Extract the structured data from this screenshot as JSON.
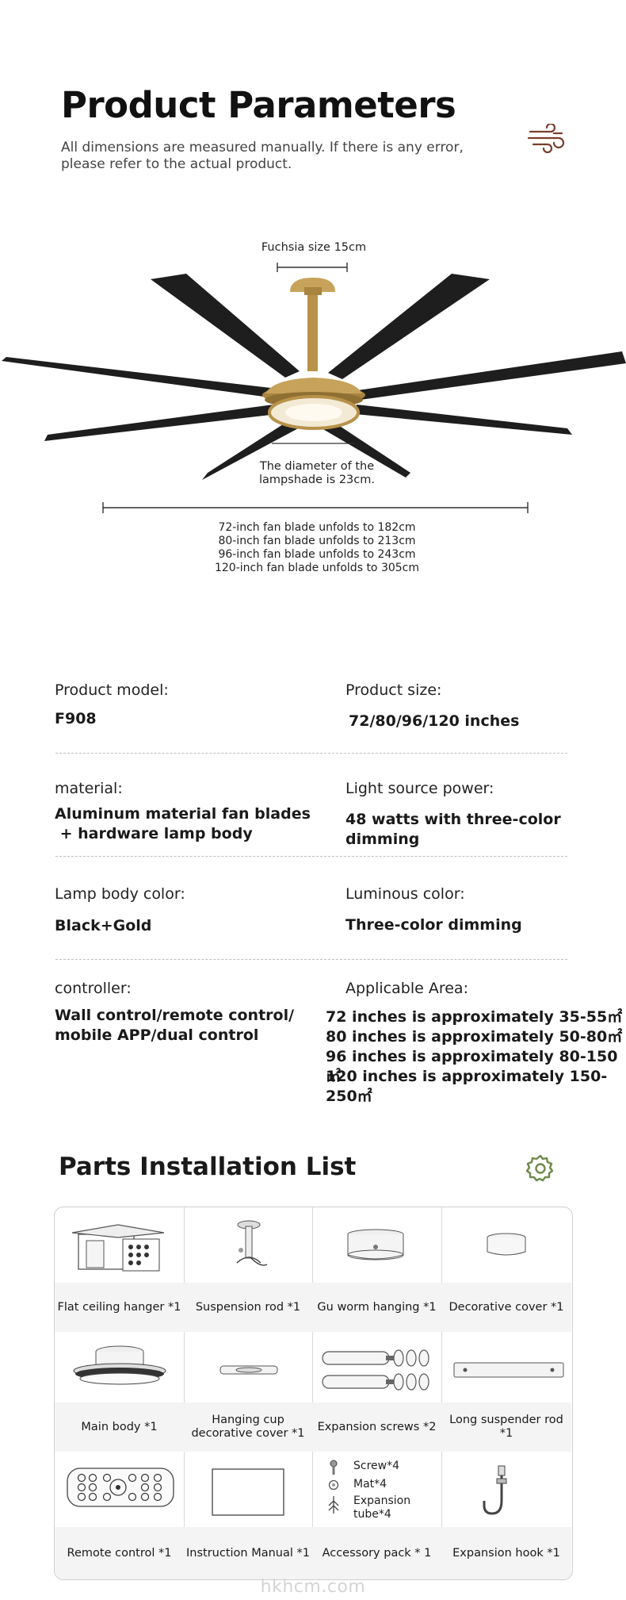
{
  "header": {
    "title": "Product Parameters",
    "subtitle_line1": "All dimensions are measured manually. If there is any error,",
    "subtitle_line2": "please refer to the actual product.",
    "icon": "wind-icon"
  },
  "diagram": {
    "fuchsia_label": "Fuchsia size 15cm",
    "lampshade_line1": "The diameter of the",
    "lampshade_line2": "lampshade is 23cm.",
    "unfold_lines": [
      "72-inch fan blade unfolds to 182cm",
      "80-inch fan blade unfolds to 213cm",
      "96-inch fan blade unfolds to 243cm",
      "120-inch fan blade unfolds to 305cm"
    ]
  },
  "specs": {
    "model_label": "Product model",
    "model_value": "F908",
    "size_label": "Product size",
    "size_value": "72/80/96/120 inches",
    "material_label": "material",
    "material_value_1": "Aluminum material fan blades",
    "material_value_2": " + hardware lamp body",
    "power_label": "Light source power",
    "power_value": "48 watts with three-color dimming",
    "color_label": "Lamp body color",
    "color_value": "Black+Gold",
    "luminous_label": "Luminous color",
    "luminous_value": "Three-color dimming",
    "controller_label": "controller",
    "controller_value_1": "Wall control/remote control/",
    "controller_value_2": "mobile APP/dual control",
    "area_label": "Applicable Area",
    "area_values": [
      "72 inches is approximately 35-55㎡",
      "80 inches is approximately 50-80㎡",
      "96 inches is approximately 80-150㎡",
      "120 inches is approximately 150-250㎡"
    ],
    "colon": ":"
  },
  "parts": {
    "title": "Parts Installation List",
    "icon": "gear-icon",
    "items": [
      {
        "label": "Flat ceiling hanger *1",
        "icon": "ceiling-hanger-icon"
      },
      {
        "label": "Suspension rod *1",
        "icon": "suspension-rod-icon"
      },
      {
        "label": "Gu worm hanging *1",
        "icon": "canopy-icon"
      },
      {
        "label": "Decorative cover *1",
        "icon": "decorative-cover-icon"
      },
      {
        "label": "Main body *1",
        "icon": "main-body-icon"
      },
      {
        "label_1": "Hanging cup",
        "label_2": "decorative cover *1",
        "icon": "hanging-cup-icon"
      },
      {
        "label": "Expansion screws *2",
        "icon": "expansion-screws-icon"
      },
      {
        "label": "Long suspender rod *1",
        "icon": "long-rod-icon"
      },
      {
        "label": "Remote control *1",
        "icon": "remote-control-icon"
      },
      {
        "label": "Instruction Manual *1",
        "icon": "manual-icon"
      },
      {
        "label": "Accessory pack * 1",
        "icon": "accessory-pack-icon",
        "lines": [
          "Screw*4",
          "Mat*4",
          "Expansion",
          "tube*4"
        ]
      },
      {
        "label": "Expansion hook *1",
        "icon": "expansion-hook-icon"
      }
    ]
  },
  "watermark": "hkhcm.com",
  "colors": {
    "gold": "#b8924a",
    "blade": "#1c1c1c",
    "gear": "#6e8a4a",
    "wind": "#7a3e2e"
  }
}
